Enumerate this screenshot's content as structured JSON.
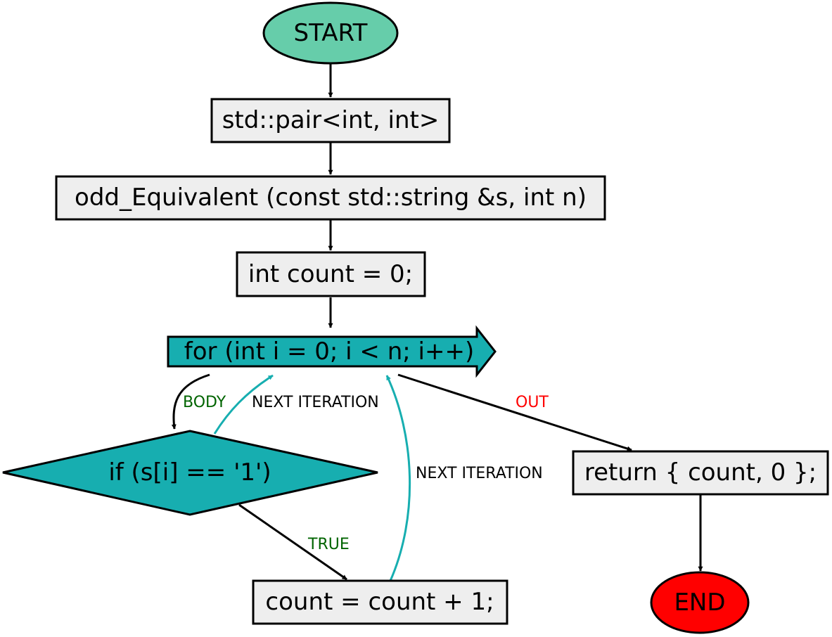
{
  "nodes": {
    "start": "START",
    "decl": "std::pair<int, int>",
    "func": "odd_Equivalent (const std::string &s, int n)",
    "init": "int count = 0;",
    "loop": "for (int i = 0; i < n; i++)",
    "cond": "if (s[i] == '1')",
    "incr": "count = count + 1;",
    "ret": "return { count, 0 };",
    "end": "END"
  },
  "edge_labels": {
    "body": "BODY",
    "next_iteration_1": "NEXT ITERATION",
    "next_iteration_2": "NEXT ITERATION",
    "out": "OUT",
    "true": "TRUE"
  },
  "colors": {
    "terminal_start": "#66cdaa",
    "terminal_end": "#ff0000",
    "control": "#17aeb0",
    "statement": "#eeeeee",
    "edge_default": "#000000",
    "edge_loop": "#17aeb0",
    "label_green": "#006400",
    "label_red": "#ff0000",
    "label_black": "#000000"
  }
}
